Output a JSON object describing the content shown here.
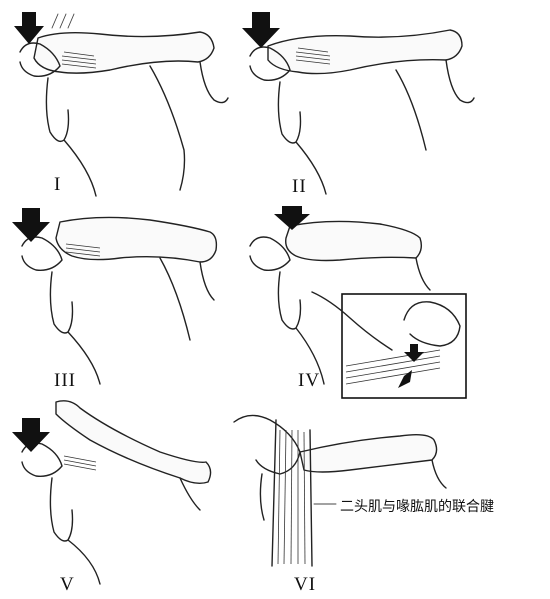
{
  "panels": [
    {
      "id": "I",
      "label": "I"
    },
    {
      "id": "II",
      "label": "II"
    },
    {
      "id": "III",
      "label": "III"
    },
    {
      "id": "IV",
      "label": "IV"
    },
    {
      "id": "V",
      "label": "V"
    },
    {
      "id": "VI",
      "label": "VI"
    }
  ],
  "annotation": {
    "text": "二头肌与喙肱肌的联合腱"
  },
  "colors": {
    "ink": "#111111",
    "background": "#ffffff"
  }
}
